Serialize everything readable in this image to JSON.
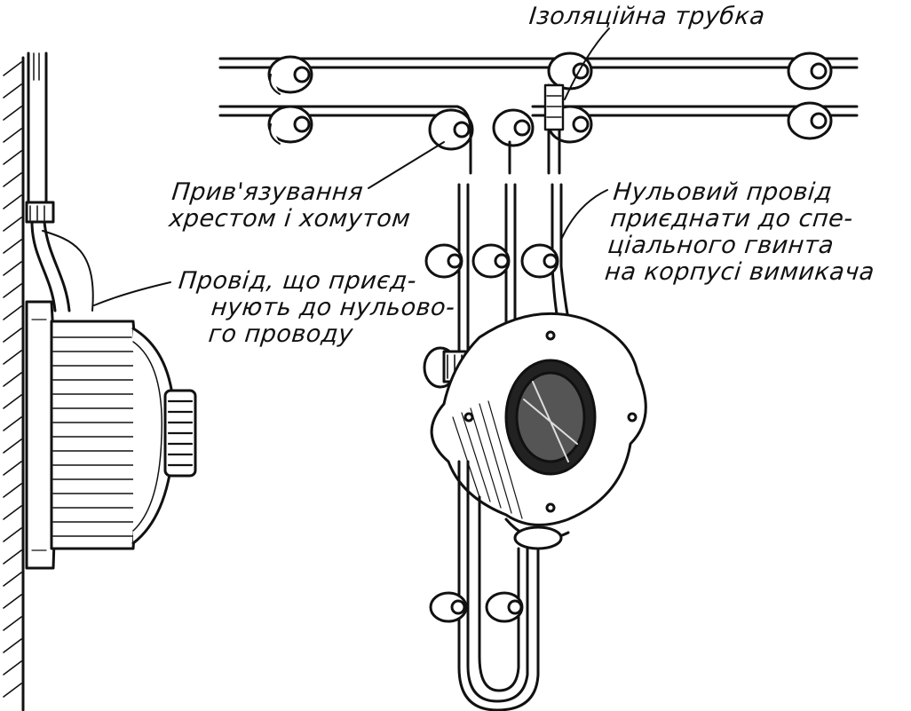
{
  "labels": {
    "insulating_tube": "Ізоляційна трубка",
    "cross_tie": [
      "Прив'язування",
      "хрестом і хомутом"
    ],
    "neutral_wire": [
      "Нульовий провід",
      "приєднати до спе-",
      "ціального гвинта",
      "на корпусі вимикача"
    ],
    "wire_to_neutral": [
      "Провід, що приєд-",
      "нують до нульово-",
      "го проводу"
    ]
  }
}
